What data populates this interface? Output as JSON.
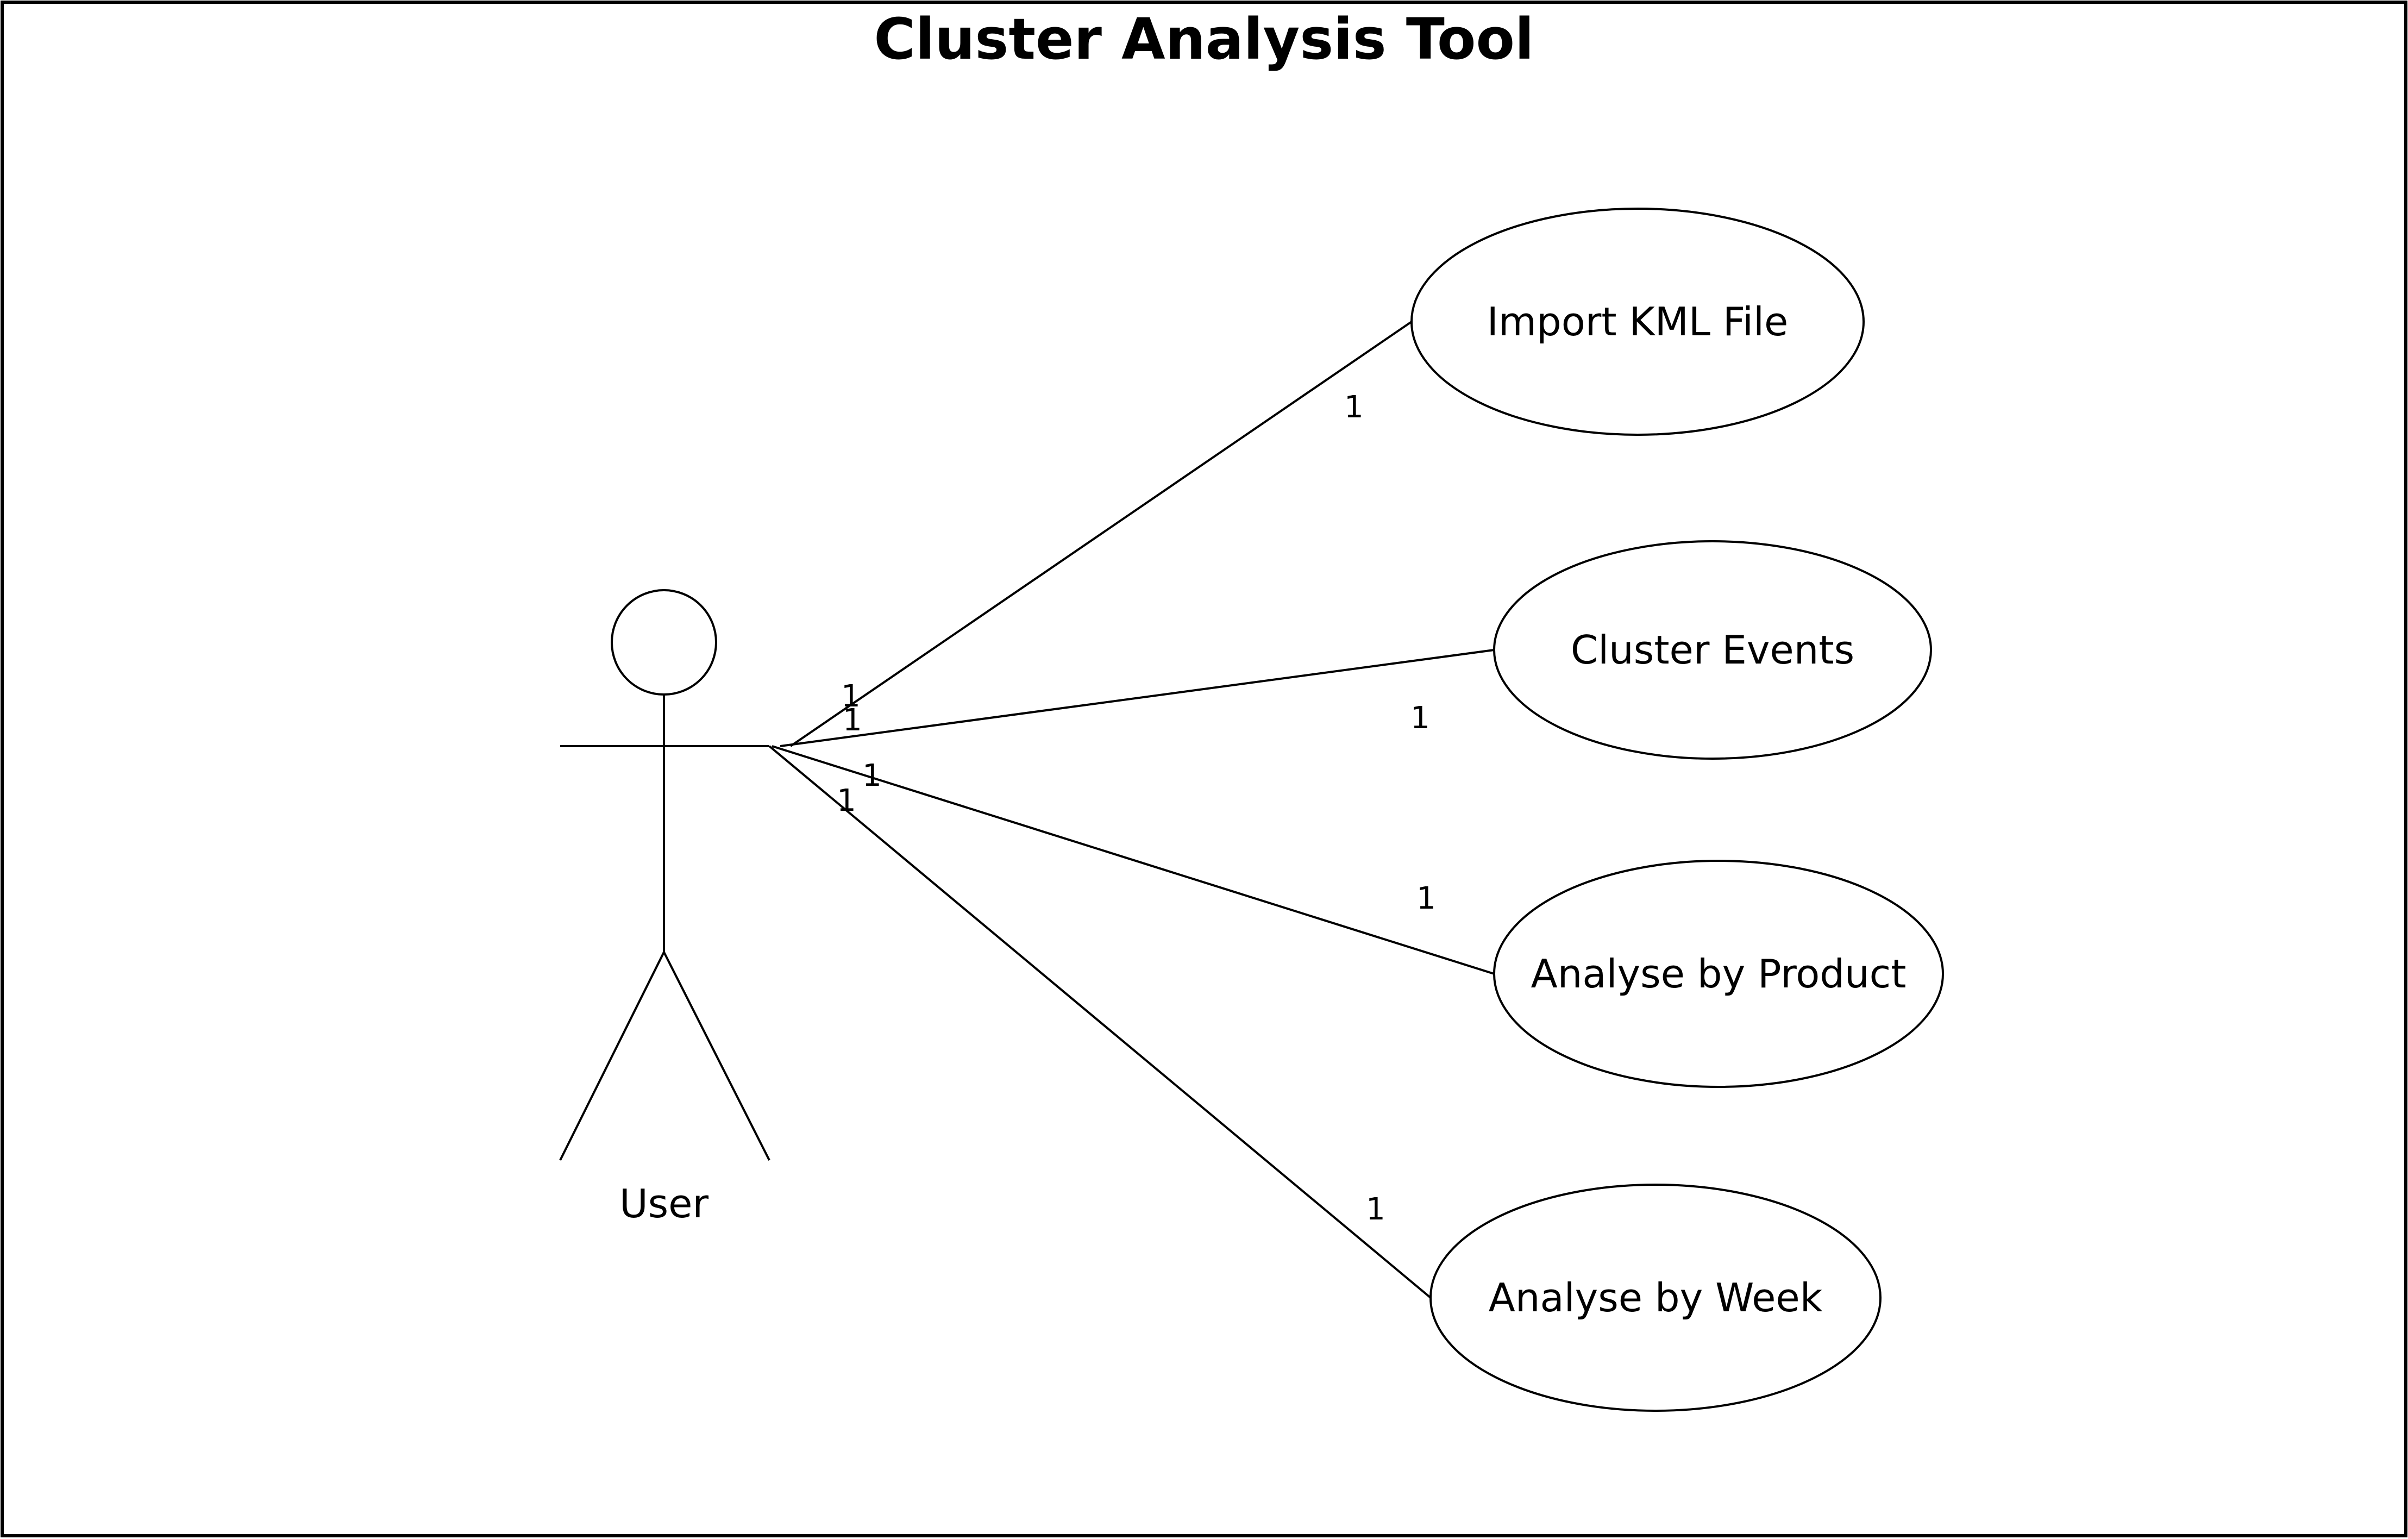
{
  "diagram": {
    "title": "Cluster Analysis Tool",
    "actor": {
      "label": "User"
    },
    "use_cases": [
      {
        "id": "import-kml-file",
        "label": "Import KML File"
      },
      {
        "id": "cluster-events",
        "label": "Cluster Events"
      },
      {
        "id": "analyse-by-product",
        "label": "Analyse by Product"
      },
      {
        "id": "analyse-by-week",
        "label": "Analyse by Week"
      }
    ],
    "associations": [
      {
        "to": "import-kml-file",
        "actor_multiplicity": "1",
        "use_case_multiplicity": "1"
      },
      {
        "to": "cluster-events",
        "actor_multiplicity": "1",
        "use_case_multiplicity": "1"
      },
      {
        "to": "analyse-by-product",
        "actor_multiplicity": "1",
        "use_case_multiplicity": "1"
      },
      {
        "to": "analyse-by-week",
        "actor_multiplicity": "1",
        "use_case_multiplicity": "1"
      }
    ]
  }
}
